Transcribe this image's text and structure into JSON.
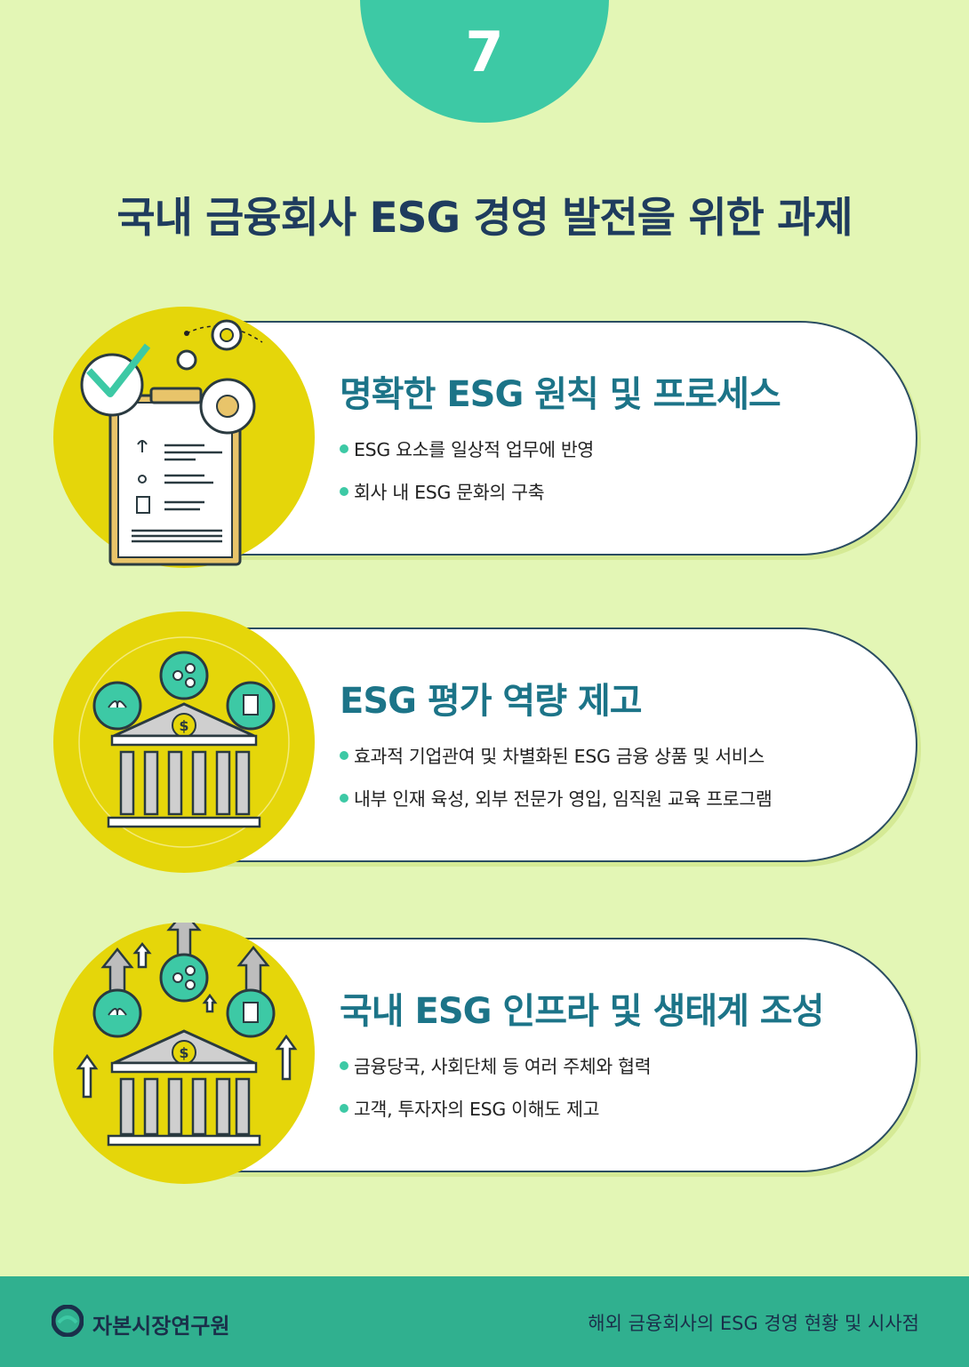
{
  "page": {
    "number": "7",
    "title": "국내 금융회사 ESG 경영 발전을 위한 과제"
  },
  "items": [
    {
      "title": "명확한 ESG 원칙 및 프로세스",
      "bullets": [
        "ESG 요소를 일상적 업무에 반영",
        "회사 내 ESG 문화의 구축"
      ],
      "icon": "clipboard-checklist-gears-icon"
    },
    {
      "title": "ESG 평가 역량 제고",
      "bullets": [
        "효과적 기업관여 및 차별화된 ESG 금융 상품 및 서비스",
        "내부 인재 육성, 외부 전문가 영입, 임직원 교육 프로그램"
      ],
      "icon": "bank-esg-icon"
    },
    {
      "title": "국내 ESG 인프라 및 생태계 조성",
      "bullets": [
        "금융당국, 사회단체 등 여러 주체와 협력",
        "고객, 투자자의 ESG 이해도 제고"
      ],
      "icon": "bank-growth-arrows-icon"
    }
  ],
  "footer": {
    "org_name": "자본시장연구원",
    "doc_title": "해외 금융회사의 ESG 경영 현황 및 시사점"
  },
  "colors": {
    "background": "#e3f6b5",
    "accent": "#3dc9a5",
    "title": "#1f3c5e",
    "card_title": "#1c7488",
    "icon_circle": "#e5d60a",
    "footer": "#30b08f"
  }
}
